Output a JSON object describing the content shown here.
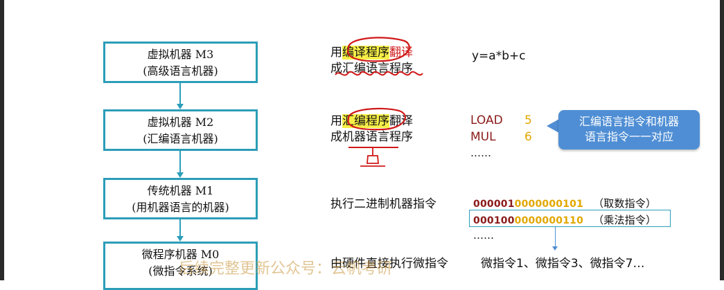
{
  "levels": [
    {
      "name": "虚拟机器 M3",
      "desc": "(高级语言机器)"
    },
    {
      "name": "虚拟机器 M2",
      "desc": "(汇编语言机器)"
    },
    {
      "name": "传统机器 M1",
      "desc": "(用机器语言的机器)"
    },
    {
      "name": "微程序机器 M0",
      "desc": "(微指令系统)"
    }
  ],
  "translations": {
    "m3": {
      "pre": "用",
      "highlight": "编译程序",
      "red": "翻译",
      "line2": "成汇编语言程序"
    },
    "m2": {
      "pre": "用",
      "highlight": "汇编程序",
      "post": "翻译",
      "line2": "成机器语言程序"
    },
    "m1": "执行二进制机器指令",
    "m0": "由硬件直接执行微指令"
  },
  "formula": "y=a*b+c",
  "assembly": [
    {
      "op": "LOAD",
      "arg": "5"
    },
    {
      "op": "MUL",
      "arg": "6"
    }
  ],
  "ellipsis": "……",
  "callout": {
    "line1": "汇编语言指令和机器",
    "line2": "语言指令一一对应"
  },
  "binary": [
    {
      "op": "000001",
      "addr": "0000000101",
      "note": "（取数指令）"
    },
    {
      "op": "000100",
      "addr": "0000000110",
      "note": "（乘法指令）"
    }
  ],
  "micro_sequence": "微指令1、微指令3、微指令7…",
  "watermark": "后续完整更新公众号：云帆考研",
  "colors": {
    "box_border": "#2b9db8",
    "callout_bg": "#4f8ed4",
    "opcode": "#8b1a1a",
    "address": "#e1a700",
    "red_pen": "#d01818",
    "highlight": "#f7ef47"
  }
}
